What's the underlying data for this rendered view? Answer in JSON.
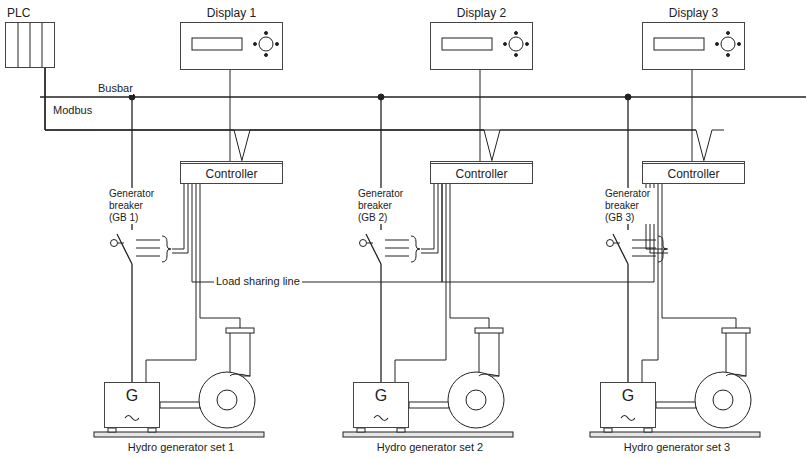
{
  "diagram": {
    "nodes": [
      {
        "text": [
          "PLC"
        ]
      },
      {
        "text": [
          "Display 1"
        ]
      },
      {
        "text": [
          "Display 2"
        ]
      },
      {
        "text": [
          "Display 3"
        ]
      },
      {
        "text": [
          "Controller"
        ]
      },
      {
        "text": [
          "Controller"
        ]
      },
      {
        "text": [
          "Controller"
        ]
      },
      {
        "text": [
          "G",
          "Hydro generator set 1"
        ]
      },
      {
        "text": [
          "G",
          "Hydro generator set 2"
        ]
      },
      {
        "text": [
          "G",
          "Hydro generator set 3"
        ]
      }
    ],
    "edges": [
      {
        "from": 0,
        "to": 4,
        "arrow": "none",
        "label": "Modbus"
      },
      {
        "from": 0,
        "to": 5,
        "arrow": "none"
      },
      {
        "from": 0,
        "to": 6,
        "arrow": "none"
      },
      {
        "from": 1,
        "to": 4,
        "arrow": "none"
      },
      {
        "from": 2,
        "to": 5,
        "arrow": "none"
      },
      {
        "from": 3,
        "to": 6,
        "arrow": "none"
      },
      {
        "from": 4,
        "to": 5,
        "arrow": "none",
        "label": "Load sharing line"
      },
      {
        "from": 5,
        "to": 6,
        "arrow": "none"
      },
      {
        "from": 4,
        "to": 7,
        "arrow": "none"
      },
      {
        "from": 5,
        "to": 8,
        "arrow": "none"
      },
      {
        "from": 6,
        "to": 9,
        "arrow": "none"
      }
    ],
    "labels": [
      "Busbar",
      "Generator breaker (GB 1)",
      "Generator breaker (GB 2)",
      "Generator breaker (GB 3)"
    ]
  }
}
